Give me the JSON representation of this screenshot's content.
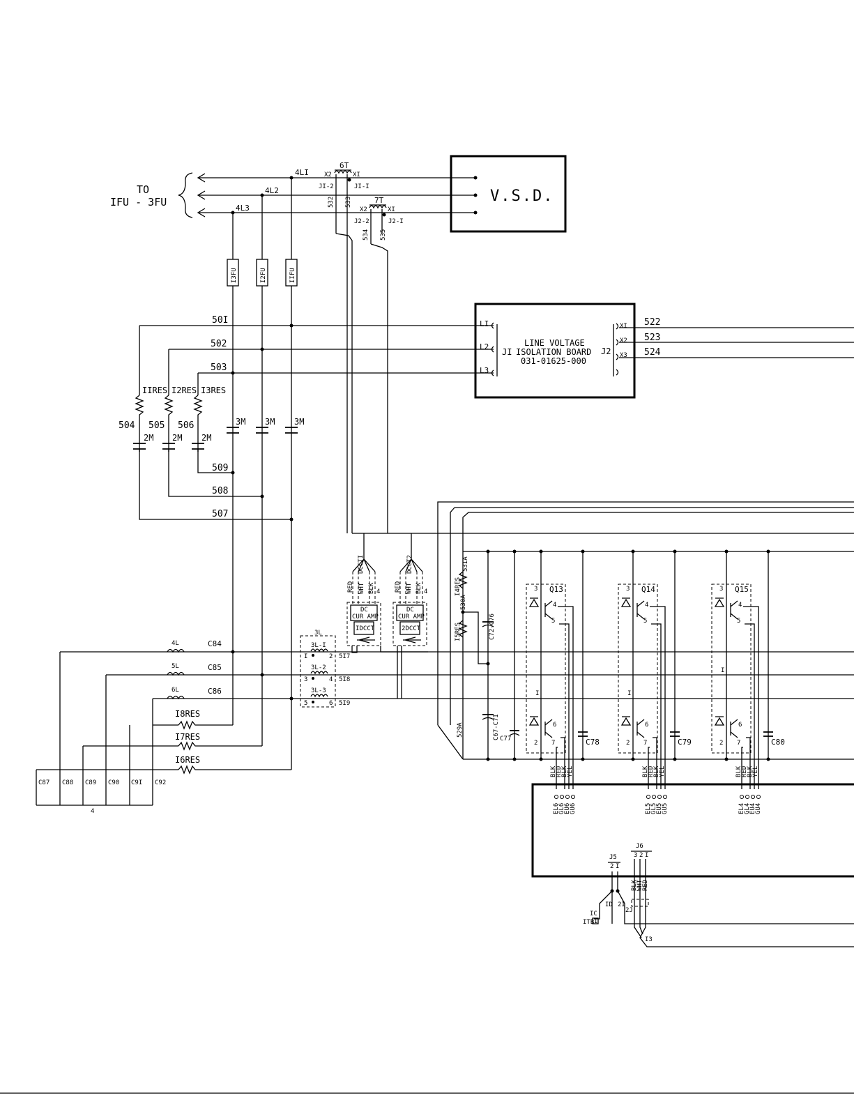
{
  "to_label": {
    "line1": "TO",
    "line2": "IFU - 3FU"
  },
  "vsd_label": "V.S.D.",
  "lines": {
    "l1": "4LI",
    "l2": "4L2",
    "l3": "4L3"
  },
  "transformers": [
    {
      "name": "6T",
      "x2": "X2",
      "x1": "XI",
      "j_left": "JI-2",
      "j_right": "JI-I",
      "wire_left": "532",
      "wire_right": "533"
    },
    {
      "name": "7T",
      "x2": "X2",
      "x1": "XI",
      "j_left": "J2-2",
      "j_right": "J2-I",
      "wire_left": "534",
      "wire_right": "535"
    }
  ],
  "fuses": [
    "I3FU",
    "I2FU",
    "IIFU"
  ],
  "iso_board": {
    "title1": "LINE VOLTAGE",
    "title2": "ISOLATION BOARD",
    "part": "031-01625-000",
    "j1": "JI",
    "j2": "J2",
    "inputs": [
      "LI",
      "L2",
      "L3"
    ],
    "outputs": [
      "XI",
      "X2",
      "X3"
    ],
    "output_wires": [
      "522",
      "523",
      "524"
    ]
  },
  "wires": {
    "w501": "50I",
    "w502": "502",
    "w503": "503",
    "w504": "504",
    "w505": "505",
    "w506": "506",
    "w507": "507",
    "w508": "508",
    "w509": "509"
  },
  "resistors": [
    "IIRES",
    "I2RES",
    "I3RES"
  ],
  "caps_3m": [
    "3M",
    "3M",
    "3M"
  ],
  "caps_2m": [
    "2M",
    "2M",
    "2M"
  ],
  "dcct": [
    {
      "name": "DCCTI",
      "wires": [
        "RED",
        "WHT",
        "BLK",
        "4"
      ],
      "amp": [
        "DC",
        "CUR AMP"
      ],
      "id": "IDCCT"
    },
    {
      "name": "DCCT2",
      "wires": [
        "RED",
        "WHT",
        "BLK",
        "4"
      ],
      "amp": [
        "DC",
        "CUR AMP"
      ],
      "id": "2DCCT"
    }
  ],
  "reactor": {
    "name": "3L",
    "coils": [
      "3L-I",
      "3L-2",
      "3L-3"
    ],
    "pins": [
      "I",
      "2",
      "3",
      "4",
      "5",
      "6"
    ],
    "wires": [
      "5I7",
      "5I8",
      "5I9"
    ]
  },
  "inductors": [
    "4L",
    "5L",
    "6L"
  ],
  "filter_caps": [
    "C84",
    "C85",
    "C86"
  ],
  "filter_res": [
    "I8RES",
    "I7RES",
    "I6RES"
  ],
  "bottom_caps": [
    "C87",
    "C88",
    "C89",
    "C90",
    "C9I",
    "C92"
  ],
  "bottom_num": "4",
  "charge": {
    "r14": "I4RES",
    "r14_wire": "53IA",
    "r15": "I5RES",
    "r15_wire": "530A",
    "c_top": "C72-C76",
    "c_bot": "C67-C7I",
    "bus_wire": "529A",
    "c77": "C77"
  },
  "modules": [
    {
      "name": "Q13",
      "cap": "C78",
      "pins": [
        "3",
        "4",
        "5",
        "I",
        "6",
        "2",
        "7"
      ],
      "wires": [
        "BLK",
        "RED",
        "BLK",
        "YEL"
      ],
      "gates": [
        "EL6",
        "GL6",
        "EU6",
        "GU6"
      ]
    },
    {
      "name": "Q14",
      "cap": "C79",
      "pins": [
        "3",
        "4",
        "5",
        "I",
        "6",
        "2",
        "7"
      ],
      "wires": [
        "BLK",
        "RED",
        "BLK",
        "YEL"
      ],
      "gates": [
        "EL5",
        "GL5",
        "EU5",
        "GU5"
      ]
    },
    {
      "name": "Q15",
      "cap": "C80",
      "pins": [
        "3",
        "4",
        "5",
        "I",
        "6",
        "2",
        "7"
      ],
      "wires": [
        "BLK",
        "RED",
        "BLK",
        "YEL"
      ],
      "gates": [
        "EL4",
        "GL4",
        "EU4",
        "GU4"
      ]
    }
  ],
  "connectors": {
    "j5": "J5",
    "j5_pins": [
      "2",
      "I"
    ],
    "j6": "J6",
    "j6_pins": [
      "3",
      "2",
      "I"
    ],
    "j6_wires": [
      "BLK",
      "WHT",
      "RED"
    ],
    "w1d": "ID",
    "w2i": "2I",
    "w2j": "2J",
    "w1c": "IC",
    "itb": "ITB",
    "itb_pin": "I",
    "w13": "I3"
  }
}
